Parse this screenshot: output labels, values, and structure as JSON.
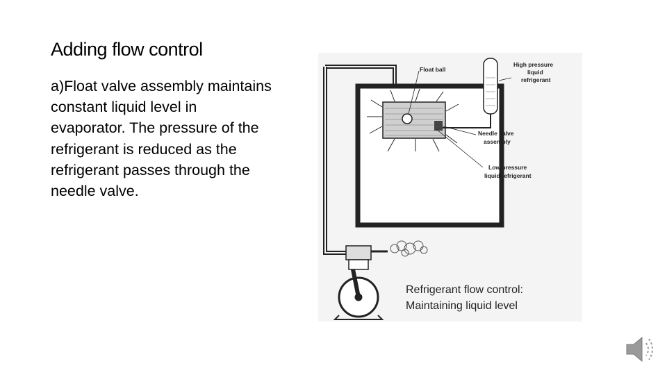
{
  "slide": {
    "title": "Adding flow control",
    "body": "a)Float valve assembly maintains constant liquid level in evaporator. The pressure of the refrigerant is reduced as the refrigerant passes through the needle valve."
  },
  "diagram": {
    "labels": {
      "float_ball": "Float ball",
      "high_pressure_1": "High pressure",
      "high_pressure_2": "liquid",
      "high_pressure_3": "refrigerant",
      "needle_valve_1": "Needle valve",
      "needle_valve_2": "assembly",
      "low_pressure_1": "Low pressure",
      "low_pressure_2": "liquid refrigerant"
    },
    "caption_line1": "Refrigerant flow control:",
    "caption_line2": "Maintaining liquid level"
  },
  "icons": {
    "audio": "speaker-icon"
  }
}
